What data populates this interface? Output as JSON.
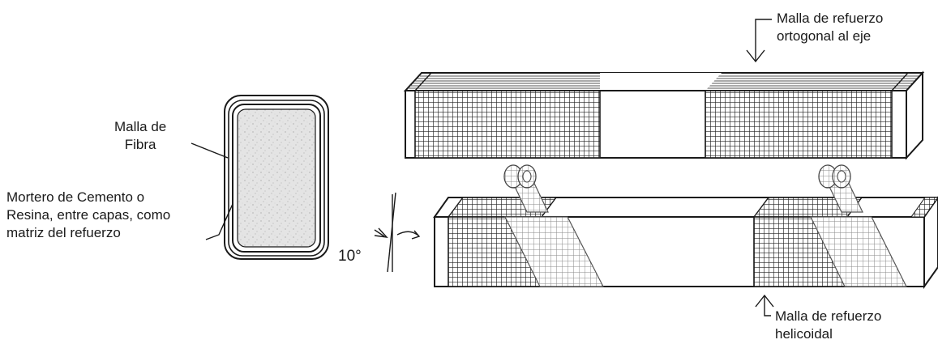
{
  "labels": {
    "fiber_mesh": [
      "Malla de",
      "Fibra"
    ],
    "mortar": [
      "Mortero de Cemento o",
      "Resina, entre capas, como",
      "matriz del refuerzo"
    ],
    "orthogonal_mesh": [
      "Malla de refuerzo",
      "ortogonal al eje"
    ],
    "helical_mesh": [
      "Malla de refuerzo",
      "helicoidal"
    ],
    "angle": "10°"
  },
  "colors": {
    "line": "#1a1a1a",
    "core_fill": "#e6e6e6",
    "mesh_dark": "#222222",
    "mesh_light": "#9a9a9a",
    "background": "#ffffff"
  }
}
